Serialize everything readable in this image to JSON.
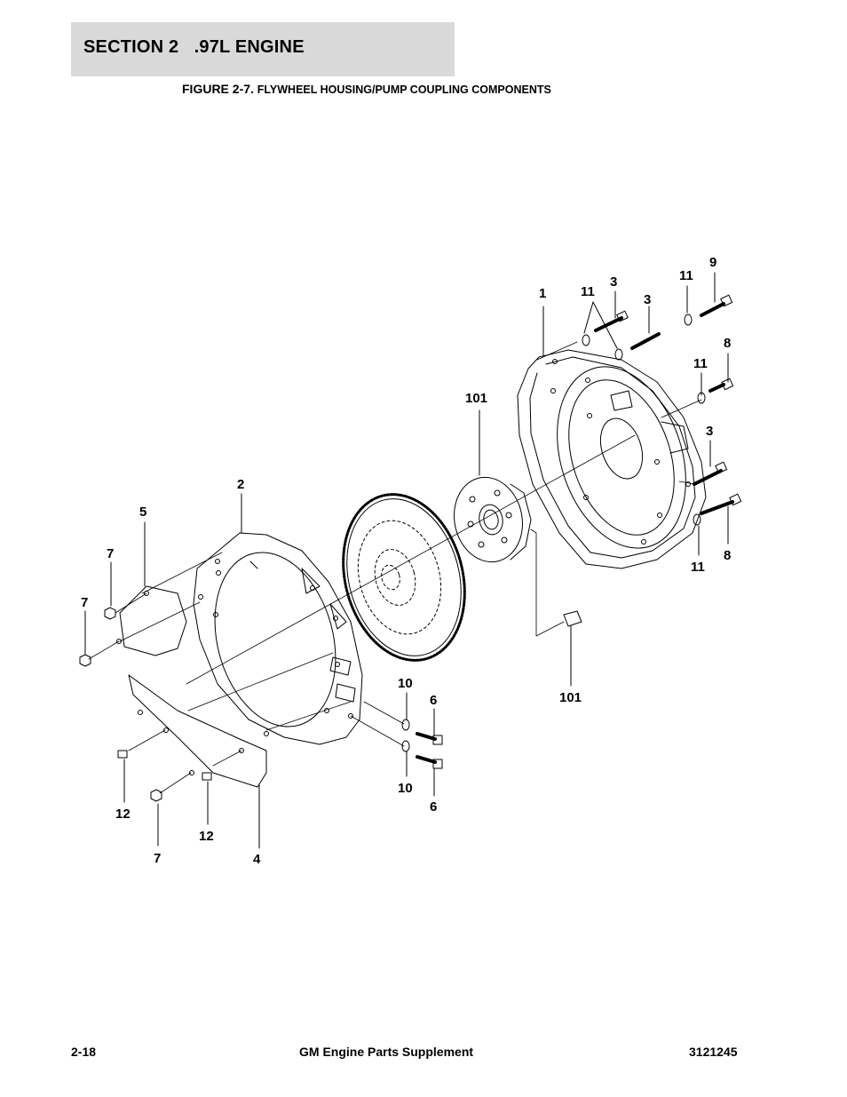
{
  "header": {
    "section_title": "SECTION 2   .97L ENGINE"
  },
  "figure": {
    "number": "FIGURE 2-7.",
    "title": "FLYWHEEL HOUSING/PUMP COUPLING COMPONENTS"
  },
  "callouts": {
    "c1": "1",
    "c2": "2",
    "c3a": "3",
    "c3b": "3",
    "c3c": "3",
    "c4": "4",
    "c5": "5",
    "c6a": "6",
    "c6b": "6",
    "c7a": "7",
    "c7b": "7",
    "c7c": "7",
    "c8a": "8",
    "c8b": "8",
    "c9": "9",
    "c10a": "10",
    "c10b": "10",
    "c11a": "11",
    "c11b": "11",
    "c11c": "11",
    "c11d": "11",
    "c12a": "12",
    "c12b": "12",
    "c101a": "101",
    "c101b": "101"
  },
  "footer": {
    "page_number": "2-18",
    "publication": "GM Engine Parts Supplement",
    "doc_number": "3121245"
  }
}
